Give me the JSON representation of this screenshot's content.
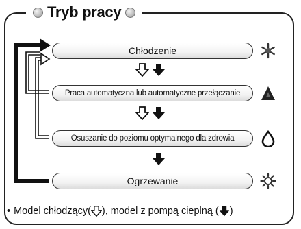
{
  "title": "Tryb pracy",
  "modes": [
    {
      "label": "Chłodzenie",
      "icon": "snowflake-icon"
    },
    {
      "label": "Praca automatyczna lub automatyczne przełączanie",
      "icon": "auto-triangle-icon"
    },
    {
      "label": "Osuszanie do poziomu optymalnego dla zdrowia",
      "icon": "droplet-icon"
    },
    {
      "label": "Ogrzewanie",
      "icon": "sun-icon"
    }
  ],
  "legend": {
    "bullet": "•",
    "cooling_model": "Model chłodzący(",
    "separator": "), model z pompą cieplną (",
    "end": ")"
  },
  "colors": {
    "border": "#222222",
    "arrow_filled": "#111111",
    "arrow_hollow": "#ffffff"
  }
}
